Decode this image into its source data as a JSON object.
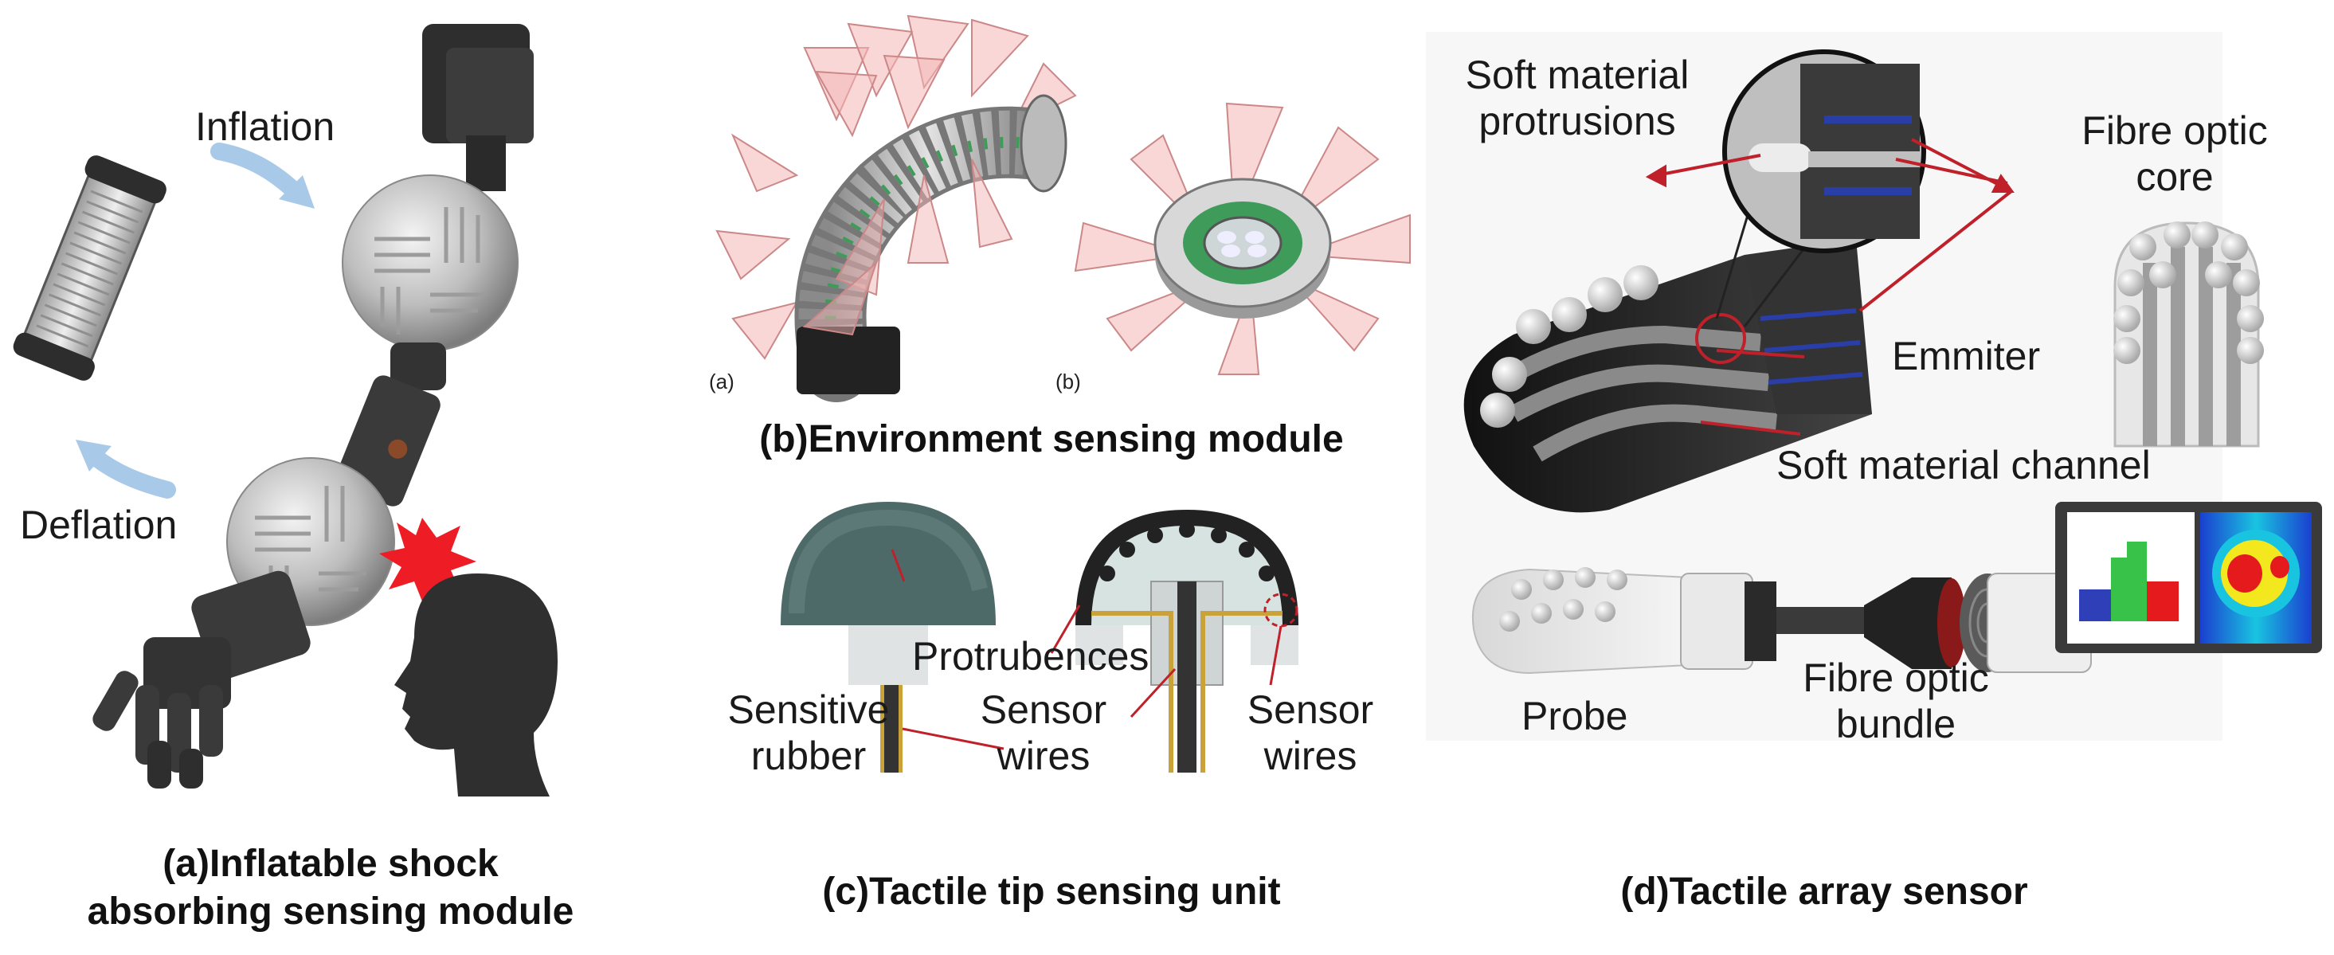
{
  "panel_a": {
    "inflation": "Inflation",
    "deflation": "Deflation",
    "caption_line1": "(a)Inflatable shock",
    "caption_line2": "absorbing  sensing module"
  },
  "panel_b": {
    "sub_a": "(a)",
    "sub_b": "(b)",
    "caption": "(b)Environment sensing module"
  },
  "panel_c": {
    "protrubences": "Protrubences",
    "sensitive": "Sensitive",
    "rubber": "rubber",
    "sensor_1": "Sensor",
    "wires_1": "wires",
    "sensor_2": "Sensor",
    "wires_2": "wires",
    "caption": "(c)Tactile tip sensing unit"
  },
  "panel_d": {
    "soft_protrusions_1": "Soft material",
    "soft_protrusions_2": "protrusions",
    "fibre_core_1": "Fibre optic",
    "fibre_core_2": "core",
    "emmiter": "Emmiter",
    "soft_channel": "Soft material channel",
    "probe": "Probe",
    "fibre_bundle_1": "Fibre optic",
    "fibre_bundle_2": "bundle",
    "caption": "(d)Tactile array sensor"
  },
  "colors": {
    "arrow_blue": "#a9c9e8",
    "impact_red": "#ee1c24",
    "cone_pink": "#f4b6b6",
    "ring_green": "#3f9b5a",
    "pointer_red": "#c0202a",
    "heat_red": "#e41a1c"
  }
}
